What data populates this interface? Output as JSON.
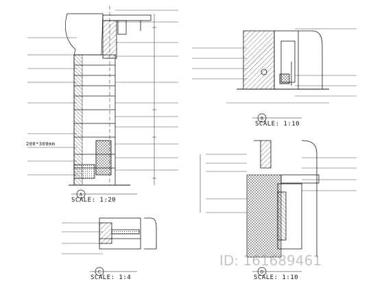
{
  "colors": {
    "line": "#111111",
    "watermark": "#9a9a9a"
  },
  "details": [
    {
      "id": "detail-a",
      "tag": "A",
      "scale_label": "SCALE: 1:20",
      "annotations": [
        "",
        "",
        "",
        "",
        "",
        "",
        "",
        "",
        "",
        "",
        "",
        "",
        "",
        "",
        "",
        "",
        "",
        "",
        ""
      ]
    },
    {
      "id": "detail-b",
      "tag": "B",
      "scale_label": "SCALE: 1:10",
      "annotations": [
        "",
        "",
        "",
        "",
        "",
        "",
        "",
        "",
        "",
        "",
        "",
        ""
      ]
    },
    {
      "id": "detail-c",
      "tag": "C",
      "scale_label": "SCALE: 1:4",
      "annotations": [
        "",
        "",
        "",
        "",
        "",
        ""
      ]
    },
    {
      "id": "detail-d",
      "tag": "D",
      "scale_label": "SCALE: 1:10",
      "annotations": [
        "",
        "",
        "",
        "",
        "",
        "",
        "",
        "",
        "",
        ""
      ]
    }
  ],
  "dimension_labels": [
    "200*300mm"
  ],
  "watermark": {
    "id_text": "ID: 161689461"
  }
}
